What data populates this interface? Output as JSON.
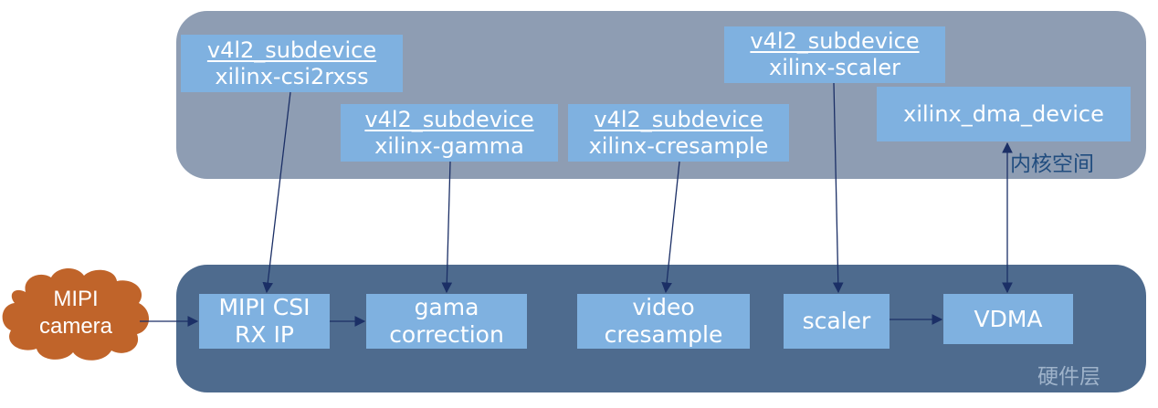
{
  "kernel_space": {
    "label": "内核空间",
    "subdevices": [
      {
        "type": "v4l2_subdevice",
        "name": "xilinx-csi2rxss"
      },
      {
        "type": "v4l2_subdevice",
        "name": "xilinx-gamma"
      },
      {
        "type": "v4l2_subdevice",
        "name": "xilinx-cresample"
      },
      {
        "type": "v4l2_subdevice",
        "name": "xilinx-scaler"
      }
    ],
    "dma_device": "xilinx_dma_device"
  },
  "hardware_layer": {
    "label": "硬件层",
    "blocks": [
      {
        "line1": "MIPI CSI",
        "line2": "RX IP"
      },
      {
        "line1": "gama",
        "line2": "correction"
      },
      {
        "line1": "video",
        "line2": "cresample"
      },
      {
        "line1": "scaler"
      },
      {
        "line1": "VDMA"
      }
    ]
  },
  "camera": {
    "line1": "MIPI",
    "line2": "camera"
  },
  "colors": {
    "kernel_bg": "#8e9db3",
    "hardware_bg": "#4e6b8e",
    "box": "#7fb1e0",
    "camera": "#c0642a",
    "arrow": "#1b2f66"
  }
}
